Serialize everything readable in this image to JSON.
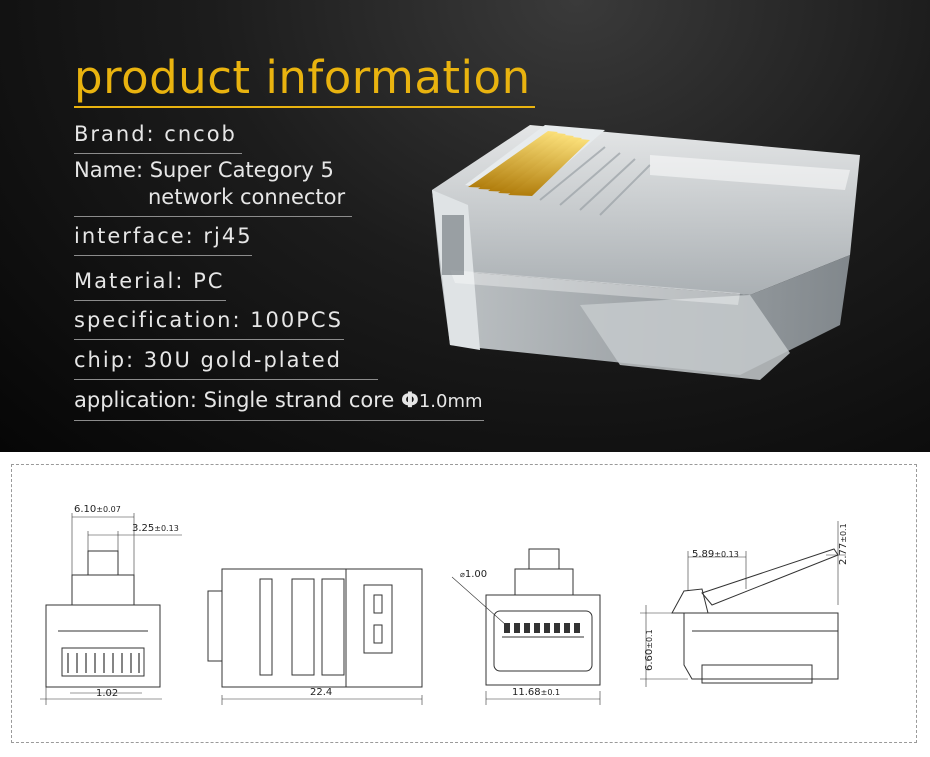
{
  "title": "product information",
  "specs": {
    "brand": "Brand: cncob",
    "name_line1": "Name: Super Category 5",
    "name_line2": "network connector",
    "interface": "interface: rj45",
    "material": "Material: PC",
    "specification": "specification: 100PCS",
    "chip": "chip: 30U gold-plated",
    "application_prefix": "application: Single strand core ",
    "application_phi": "Φ",
    "application_size": "1.0mm"
  },
  "colors": {
    "accent": "#e9b30f",
    "banner_bg": "#111111",
    "text": "#e6e6e6",
    "gold_contacts": "#d8a21a"
  },
  "dimensions": {
    "front_width_main": "6.10",
    "front_width_tol": "±0.07",
    "front_tab_main": "3.25",
    "front_tab_tol": "±0.13",
    "front_pitch": "1.02",
    "top_length": "22.4",
    "rear_hole_prefix": "⌀",
    "rear_hole": "1.00",
    "rear_width_main": "11.68",
    "rear_width_tol": "±0.1",
    "side_tab_main": "5.89",
    "side_tab_tol": "±0.13",
    "side_height_main": "6.60",
    "side_height_tol": "±0.1",
    "side_latch_main": "2.77",
    "side_latch_tol": "±0.1"
  }
}
